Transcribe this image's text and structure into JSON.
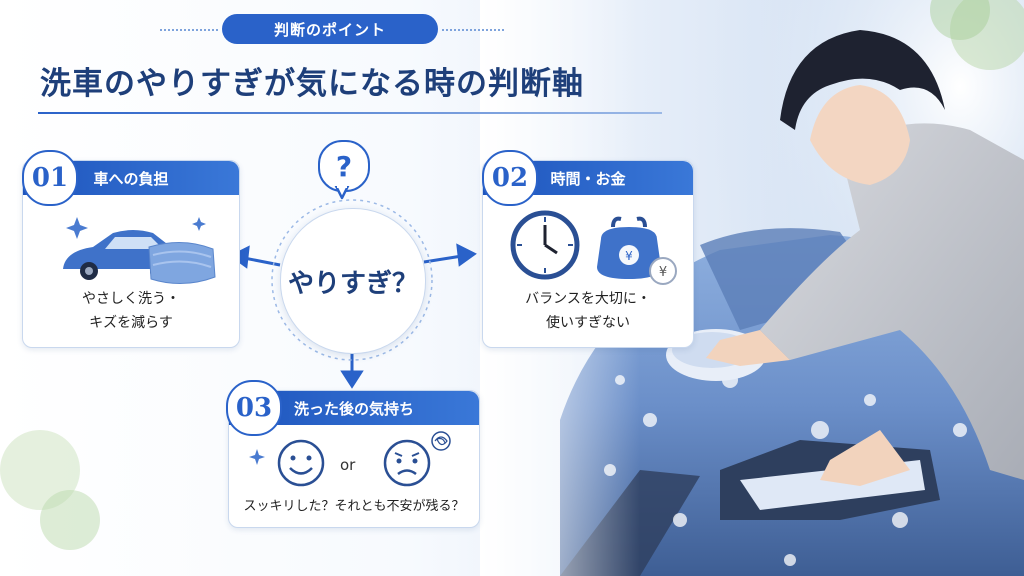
{
  "badge": {
    "label": "判断のポイント"
  },
  "title": "洗車のやりすぎが気になる時の判断軸",
  "center": {
    "label": "やりすぎ？",
    "question_mark": "?"
  },
  "cards": [
    {
      "number": "01",
      "heading": "車への負担",
      "text_line1": "やさしく洗う・",
      "text_line2": "キズを減らす"
    },
    {
      "number": "02",
      "heading": "時間・お金",
      "text_line1": "バランスを大切に・",
      "text_line2": "使いすぎない"
    },
    {
      "number": "03",
      "heading": "洗った後の気持ち",
      "text_line1": "スッキリした？それとも不安が残る？",
      "or_label": "or"
    }
  ],
  "icons": {
    "card1": [
      "car-icon",
      "towel-icon",
      "sparkle-icon"
    ],
    "card2": [
      "clock-icon",
      "coin-purse-icon",
      "yen-coin-icon"
    ],
    "card3": [
      "smile-face-icon",
      "worried-face-icon",
      "tangle-thought-icon"
    ]
  },
  "colors": {
    "accent": "#2a62c9",
    "title": "#1e3f7a",
    "car": "#3f72c9"
  }
}
